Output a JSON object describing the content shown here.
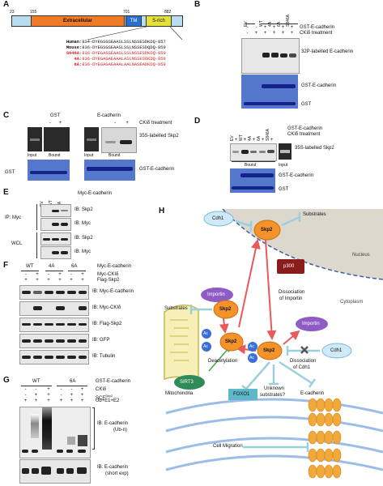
{
  "panels": {
    "A": {
      "label": "A",
      "positions": [
        "23",
        "155",
        "701",
        "882"
      ],
      "domains": [
        "Extracellular",
        "TM",
        "S-rich"
      ],
      "seqs": [
        {
          "species": "Human",
          "seq": ":834-DYEGSGSEAASLSSLNSSESDKDQ-857",
          "color": "#111111"
        },
        {
          "species": "Mouse",
          "seq": ":836-DYEGSGSEAASLSSLNSSESDQDQ-859",
          "color": "#111111"
        },
        {
          "species": "S846A",
          "seq": ":836-DYEGAGSEAASLSSLNSSESDKDQ-859",
          "color": "#d42020"
        },
        {
          "species": "4A",
          "seq": ":836-DYEGAGAEAAALASLNSSESDKDQ-859",
          "color": "#d42020"
        },
        {
          "species": "6A",
          "seq": ":836-DYEGAGAEAAALAALNASEADKDQ-859",
          "color": "#d42020"
        }
      ]
    },
    "B": {
      "label": "B",
      "lanes": [
        "EV",
        "WT",
        "4A",
        "6A",
        "S846A"
      ],
      "row1_label": "GST-E-cadherin",
      "row2_label": "CKIδ treatment",
      "row1_signs": [
        "-",
        "-",
        "+",
        "+",
        "+",
        "+"
      ],
      "row2_signs": [
        "-",
        "+",
        "+",
        "+",
        "+",
        "+"
      ],
      "blot_label": "32P-labelled E-cadherin",
      "gel_labels": [
        "GST-E-cadherin",
        "GST"
      ]
    },
    "C": {
      "label": "C",
      "headers": [
        "GST",
        "E-cadherin"
      ],
      "treatment": "CKIδ treatment",
      "signs": [
        "-",
        "+",
        "-",
        "+"
      ],
      "blot_label": "35S-labelled Skp2",
      "input": "Input",
      "bound": "Bound",
      "gel_left": "GST",
      "gel_right": "GST-E-cadherin"
    },
    "D": {
      "label": "D",
      "lanes": [
        "EV",
        "WT",
        "4A",
        "6A",
        "S846A"
      ],
      "row1_label": "GST-E-cadherin",
      "row2_label": "CKIδ treatment",
      "signs": [
        "+",
        "+",
        "+",
        "+",
        "+"
      ],
      "blot_label": "35S-labelled Skp2",
      "bound": "Bound",
      "input": "Input",
      "gel_labels": [
        "GST-E-cadherin",
        "GST"
      ]
    },
    "E": {
      "label": "E",
      "lanes": [
        "EV",
        "WT",
        "6A"
      ],
      "header": "Myc-E-cadherin",
      "group1": "IP: Myc",
      "group2": "WCL",
      "ibs": [
        "IB: Skp2",
        "IB: Myc",
        "IB: Skp2",
        "IB: Myc"
      ]
    },
    "F": {
      "label": "F",
      "groups": [
        "WT",
        "4A",
        "6A"
      ],
      "header": "Myc-E-cadherin",
      "row1_label": "Myc-CKIδ",
      "row2_label": "Flag-Skp2",
      "row1_signs": [
        "-",
        "+",
        "-",
        "+",
        "-",
        "+"
      ],
      "row2_signs": [
        "+",
        "+",
        "+",
        "+",
        "+",
        "+"
      ],
      "ibs": [
        "IB: Myc-E-cadherin",
        "IB: Myc-CKIδ",
        "IB: Flag-Skp2",
        "IB: GFP",
        "IB: Tubulin"
      ]
    },
    "G": {
      "label": "G",
      "groups": [
        "WT",
        "6A"
      ],
      "header": "GST-E-cadherin",
      "row1_label": "CKIδ",
      "row2_label": "SCF",
      "row2_sup": "Skp2",
      "row3_label": "Ub+E1+E2",
      "row1_signs": [
        "-",
        "-",
        "+",
        "-",
        "-",
        "+"
      ],
      "row2_signs": [
        "-",
        "+",
        "+",
        "-",
        "+",
        "+"
      ],
      "row3_signs": [
        "+",
        "+",
        "+",
        "+",
        "+",
        "+"
      ],
      "ib1": "IB: E-cadherin",
      "ib1_sub": "(Ub-n)",
      "ib2": "IB: E-cadherin",
      "ib2_sub": "(short exp)"
    },
    "H": {
      "label": "H",
      "nodes": {
        "skp2": "Skp2",
        "cdh1": "Cdh1",
        "p300": "p300",
        "importin": "Importin",
        "sirt3": "SIRT3",
        "ac": "Ac",
        "foxo1": "FOXO1",
        "ecad": "E-cadherin"
      },
      "texts": {
        "substrates": "Substrates",
        "nucleus": "Nucleus",
        "cytoplasm": "Cytoplasm",
        "dissoc_importin_1": "Dissociation",
        "dissoc_importin_2": "of Importin",
        "deacetylation": "Deacetylation",
        "dissoc_cdh1_1": "Dissociation",
        "dissoc_cdh1_2": "of Cdh1",
        "mitochondria": "Mitochondria",
        "unknown_1": "Unknown",
        "unknown_2": "substrates?",
        "migration": "Cell Migration"
      },
      "colors": {
        "skp2": "#f4932a",
        "cdh1": "#cfeaf6",
        "importin": "#8e5cc4",
        "p300": "#8a1c1c",
        "sirt3": "#2e8b57",
        "ac": "#3a6fd8",
        "foxo1": "#5fb8c9",
        "arrow": "#e85a5a",
        "inhibit": "#9bd0db",
        "membrane": "#9bbde8",
        "ecad": "#f2a93b"
      }
    }
  }
}
